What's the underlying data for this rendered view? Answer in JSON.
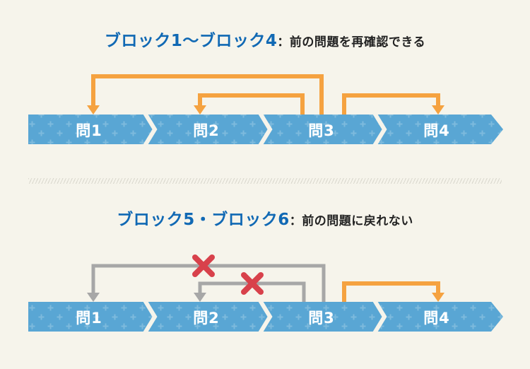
{
  "colors": {
    "background": "#f6f4eb",
    "bar_blue": "#59a6d4",
    "title_blue": "#1169b4",
    "text_dark": "#222222",
    "arrow_orange": "#f5a240",
    "arrow_gray": "#a7a7a7",
    "blocked_red": "#d8414b",
    "step_text": "#ffffff",
    "divider_stripe": "#d9d7cd"
  },
  "sections": [
    {
      "title_highlight": "ブロック1〜ブロック4",
      "title_separator": "：",
      "title_description": "前の問題を再確認できる",
      "steps": [
        "問1",
        "問2",
        "問3",
        "問4"
      ],
      "arrows": [
        {
          "from": "問3",
          "to": "問1",
          "direction": "back",
          "blocked": false,
          "color": "#f5a240"
        },
        {
          "from": "問3",
          "to": "問2",
          "direction": "back",
          "blocked": false,
          "color": "#f5a240"
        },
        {
          "from": "問3",
          "to": "問4",
          "direction": "forward",
          "blocked": false,
          "color": "#f5a240"
        }
      ]
    },
    {
      "title_highlight": "ブロック5・ブロック6",
      "title_separator": "：",
      "title_description": "前の問題に戻れない",
      "steps": [
        "問1",
        "問2",
        "問3",
        "問4"
      ],
      "arrows": [
        {
          "from": "問3",
          "to": "問1",
          "direction": "back",
          "blocked": true,
          "color": "#a7a7a7"
        },
        {
          "from": "問3",
          "to": "問2",
          "direction": "back",
          "blocked": true,
          "color": "#a7a7a7"
        },
        {
          "from": "問3",
          "to": "問4",
          "direction": "forward",
          "blocked": false,
          "color": "#f5a240"
        }
      ]
    }
  ]
}
